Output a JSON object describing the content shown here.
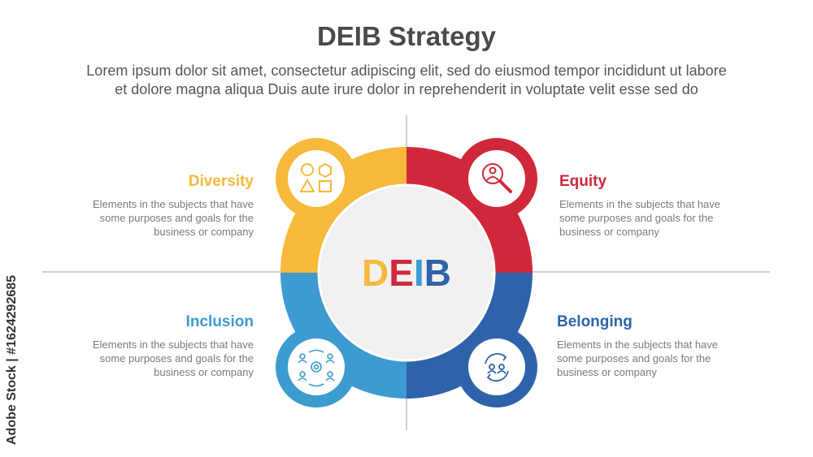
{
  "title": "DEIB Strategy",
  "subtitle_line1": "Lorem ipsum dolor sit amet, consectetur adipiscing elit, sed do eiusmod tempor incididunt ut labore",
  "subtitle_line2": "et dolore magna aliqua Duis aute irure dolor in reprehenderit in voluptate velit esse sed do",
  "center_letters": [
    {
      "char": "D",
      "color": "#f6b93b"
    },
    {
      "char": "E",
      "color": "#d0283a"
    },
    {
      "char": "I",
      "color": "#3d9bd0"
    },
    {
      "char": "B",
      "color": "#2e63ab"
    }
  ],
  "quadrants": [
    {
      "key": "diversity",
      "title": "Diversity",
      "color": "#f6b93b",
      "icon": "shapes-icon",
      "text": "Elements in the subjects that have some purposes and goals for the business or company"
    },
    {
      "key": "equity",
      "title": "Equity",
      "color": "#d0283a",
      "icon": "magnifier-person-icon",
      "text": "Elements in the subjects that have some purposes and goals for the business or company"
    },
    {
      "key": "inclusion",
      "title": "Inclusion",
      "color": "#3d9bd0",
      "icon": "team-network-icon",
      "text": "Elements in the subjects that have some purposes and goals for the business or company"
    },
    {
      "key": "belonging",
      "title": "Belonging",
      "color": "#2e63ab",
      "icon": "people-cycle-icon",
      "text": "Elements in the subjects that have some purposes and goals for the business or company"
    }
  ],
  "watermark": "Adobe Stock | #1624292685"
}
